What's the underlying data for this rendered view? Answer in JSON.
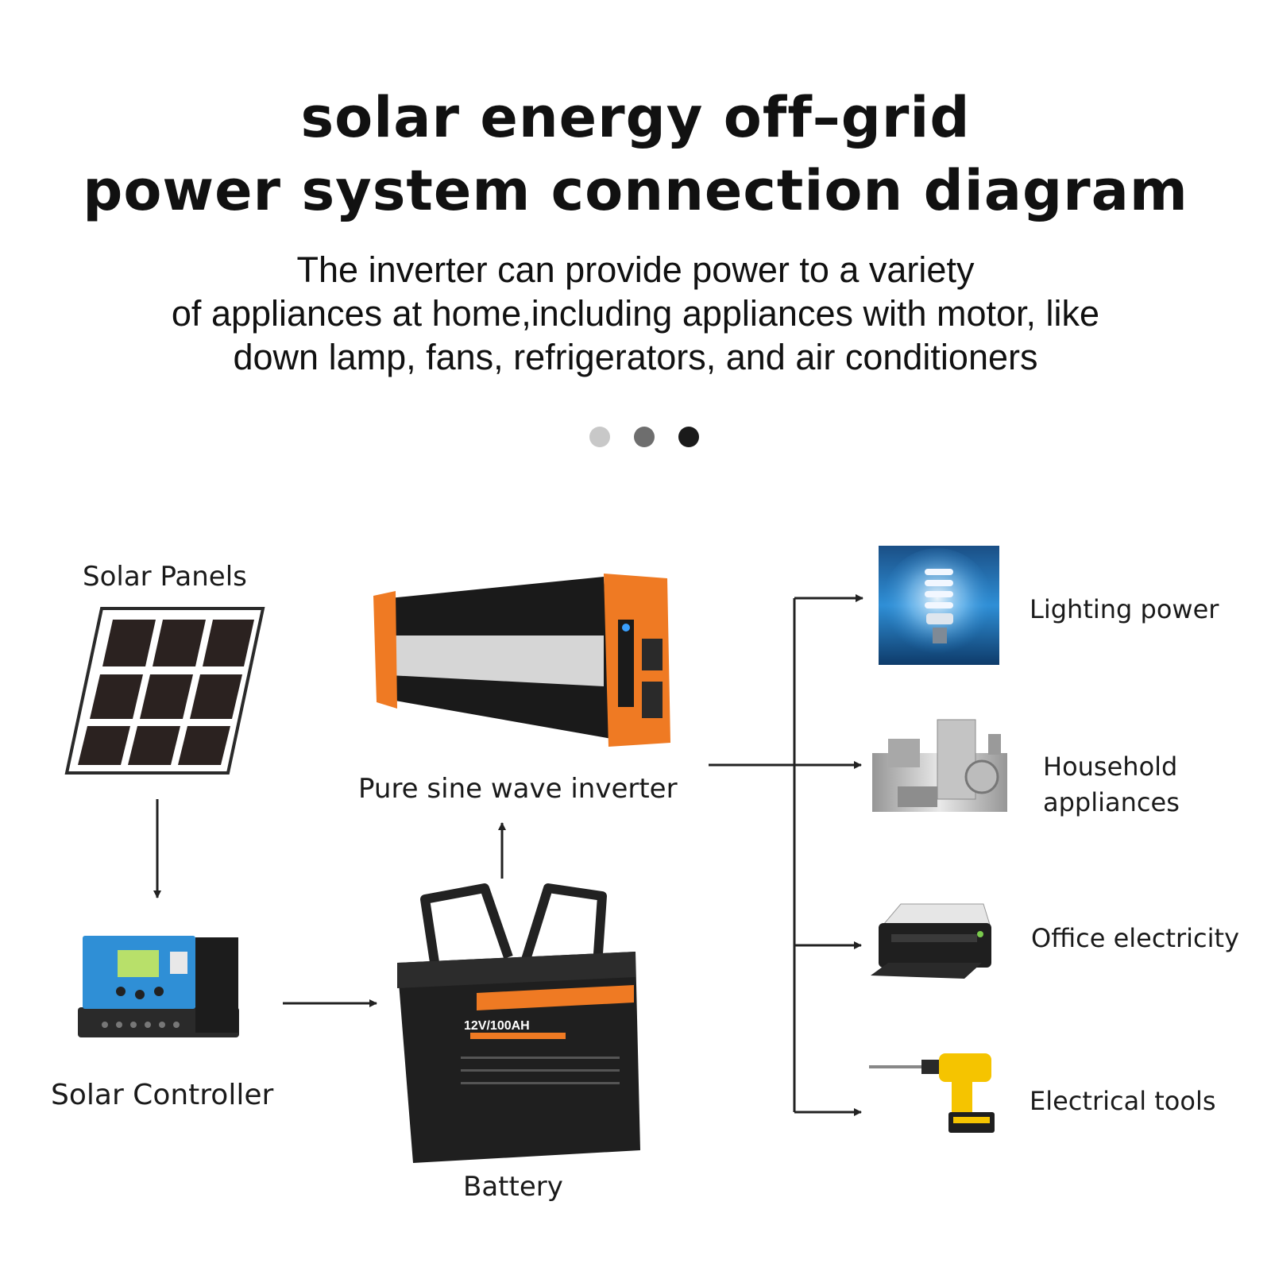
{
  "header": {
    "title_line1": "solar energy off–grid",
    "title_line2": "power system connection diagram",
    "subtitle_line1": "The inverter can provide power to a variety",
    "subtitle_line2": "of appliances at home,including appliances with motor, like",
    "subtitle_line3": "down lamp, fans, refrigerators, and air conditioners"
  },
  "pager": {
    "dot_colors": [
      "#c8c8c8",
      "#6e6e6e",
      "#1a1a1a"
    ]
  },
  "components": {
    "solar_panels": "Solar Panels",
    "solar_controller": "Solar Controller",
    "battery": "Battery",
    "battery_spec": "12V/100AH",
    "inverter": "Pure sine wave inverter"
  },
  "outputs": {
    "lighting": "Lighting power",
    "household_line1": "Household",
    "household_line2": "appliances",
    "office": "Office electricity",
    "tools": "Electrical tools"
  },
  "colors": {
    "accent_orange": "#ef7a23",
    "arrow": "#222222",
    "panel_cell": "#2b2220",
    "controller_blue": "#2f8fd6",
    "drill_yellow": "#f5c400"
  }
}
